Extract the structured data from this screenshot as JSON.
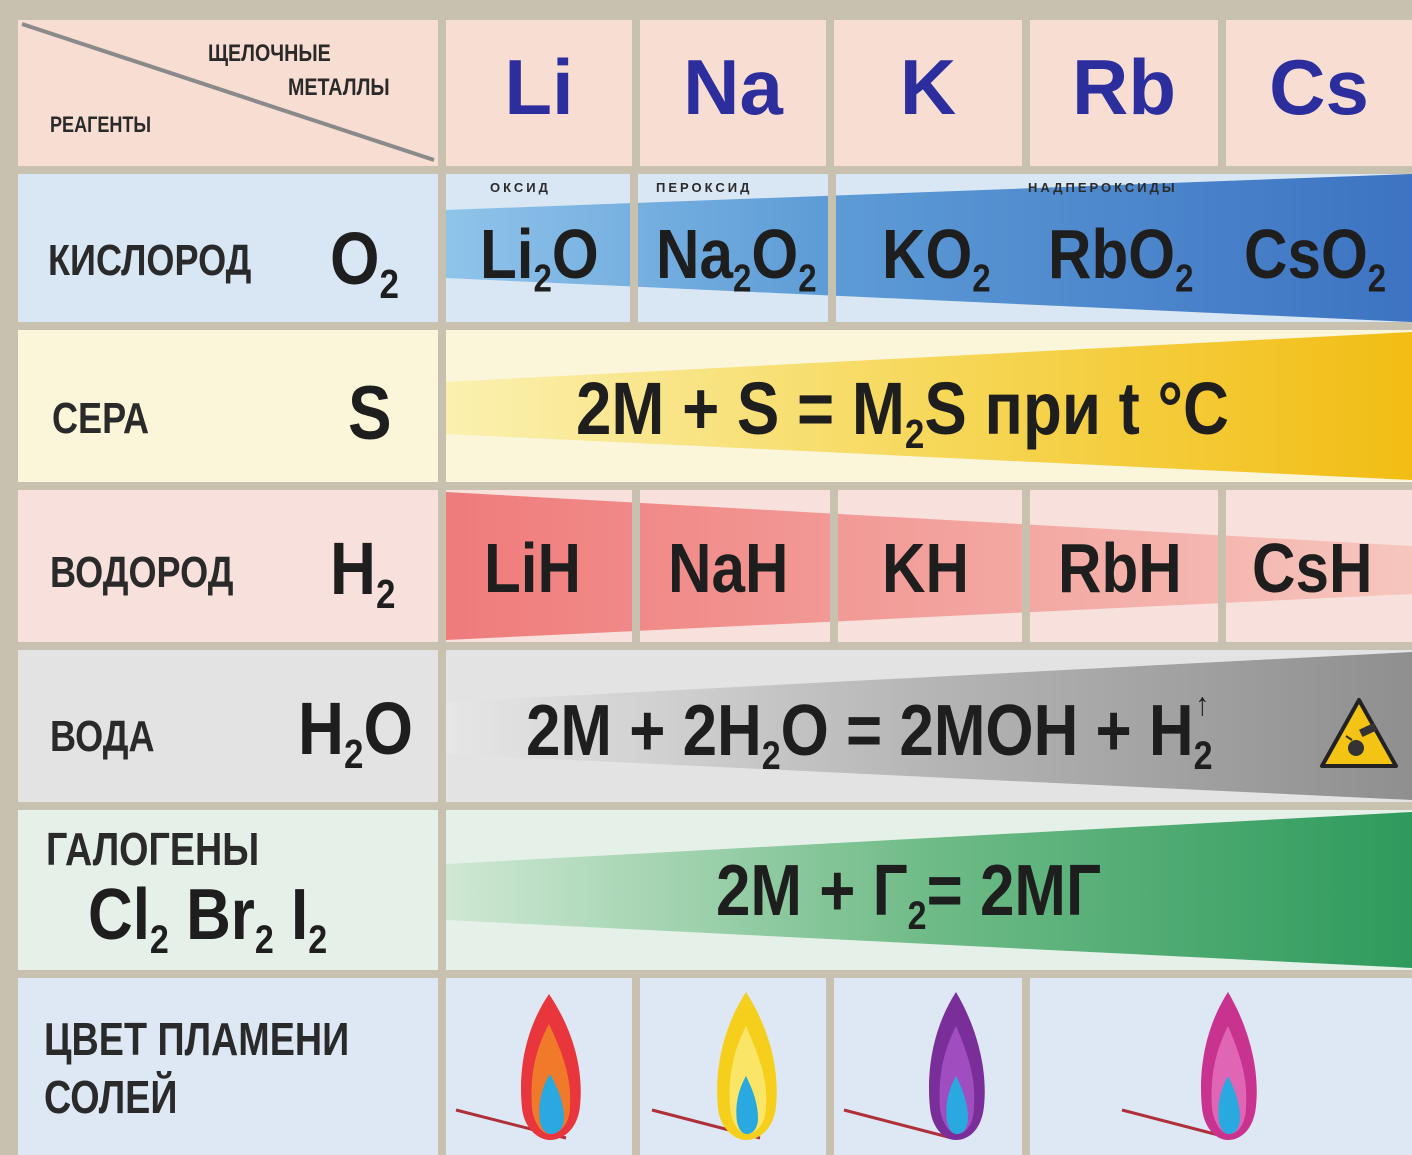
{
  "header": {
    "metals_label_1": "ЩЕЛОЧНЫЕ",
    "metals_label_2": "МЕТАЛЛЫ",
    "reagents_label": "РЕАГЕНТЫ",
    "metals": [
      "Li",
      "Na",
      "K",
      "Rb",
      "Cs"
    ]
  },
  "rows": {
    "oxygen": {
      "label": "КИСЛОРОД",
      "formula_main": "O",
      "formula_sub": "2",
      "types": [
        "ОКСИД",
        "ПЕРОКСИД",
        "НАДПЕРОКСИДЫ"
      ],
      "products": [
        {
          "main": "Li",
          "sub": "2",
          "tail": "O",
          "tail_sub": ""
        },
        {
          "main": "Na",
          "sub": "2",
          "tail": "O",
          "tail_sub": "2"
        },
        {
          "main": "KO",
          "sub": "2",
          "tail": "",
          "tail_sub": ""
        },
        {
          "main": "RbO",
          "sub": "2",
          "tail": "",
          "tail_sub": ""
        },
        {
          "main": "CsO",
          "sub": "2",
          "tail": "",
          "tail_sub": ""
        }
      ]
    },
    "sulfur": {
      "label": "СЕРА",
      "formula_main": "S",
      "eq_part1": "2M + S = M",
      "eq_sub": "2",
      "eq_part2": "S при t °C"
    },
    "hydrogen": {
      "label": "ВОДОРОД",
      "formula_main": "H",
      "formula_sub": "2",
      "products": [
        "LiH",
        "NaH",
        "KH",
        "RbH",
        "CsH"
      ]
    },
    "water": {
      "label": "ВОДА",
      "formula_main": "H",
      "formula_sub": "2",
      "formula_tail": "O",
      "eq_part1": "2M + 2H",
      "eq_sub1": "2",
      "eq_part2": "O = 2MOH + H",
      "eq_sub2": "2",
      "eq_sup": "↑"
    },
    "halogens": {
      "label": "ГАЛОГЕНЫ",
      "f1": "Cl",
      "f2": "Br",
      "f3": "I",
      "fsub": "2",
      "eq_part1": "2M + Г",
      "eq_sub": "2",
      "eq_part2": "= 2МГ"
    },
    "flame": {
      "label_1": "ЦВЕТ ПЛАМЕНИ",
      "label_2": "СОЛЕЙ"
    }
  },
  "colors": {
    "header_pink": "#f8ddd3",
    "oxygen_blue": "#d9e6f3",
    "sulfur_cream": "#fbf6d9",
    "hydrogen_pink": "#f8e1dc",
    "water_gray": "#e3e3e3",
    "halogen_green": "#e5f1e8",
    "flame_blue": "#dde8f4",
    "metal_text": "#2b2e9c"
  }
}
